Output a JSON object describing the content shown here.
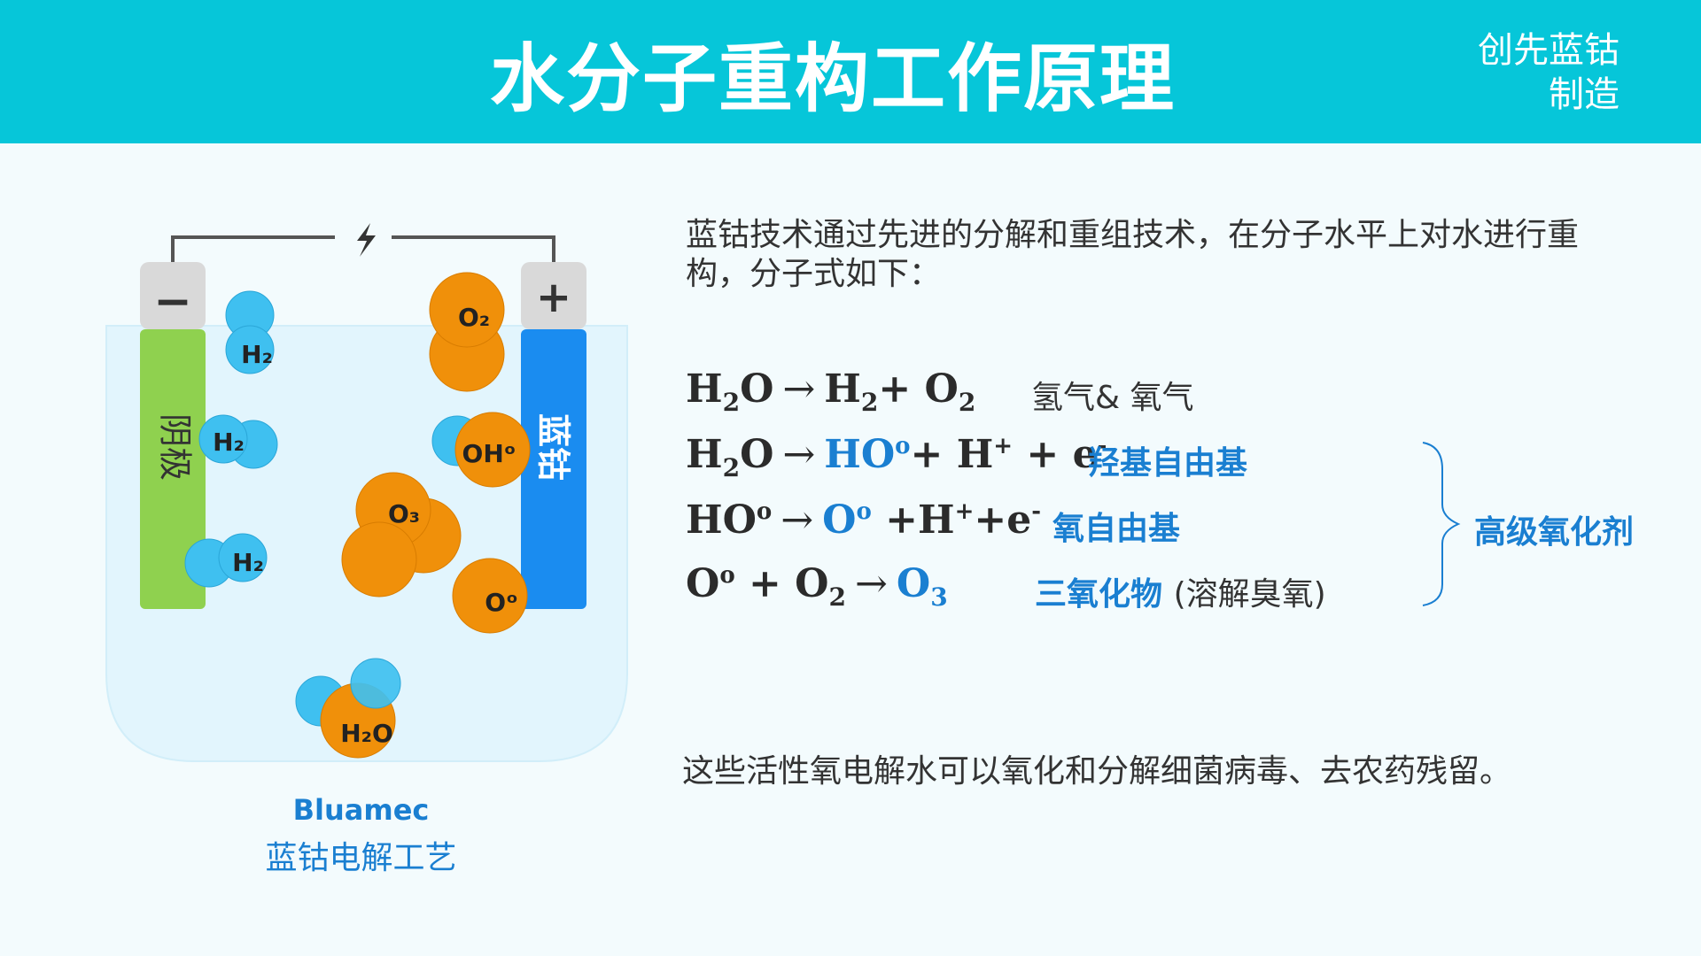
{
  "header": {
    "title": "水分子重构工作原理",
    "brand_line1": "创先蓝钴",
    "brand_line2": "制造"
  },
  "diagram": {
    "cathode_sign": "−",
    "anode_sign": "+",
    "cathode_label": "阴极",
    "anode_label": "蓝钴",
    "molecules": {
      "h2": "H₂",
      "o2": "O₂",
      "oh": "OHᵒ",
      "o3": "O₃",
      "o_radical": "Oᵒ",
      "h2o": "H₂O"
    },
    "caption_en": "Bluamec",
    "caption_cn": "蓝钴电解工艺"
  },
  "content": {
    "intro": "蓝钴技术通过先进的分解和重组技术，在分子水平上对水进行重构，分子式如下：",
    "equations": [
      {
        "description": "氢气& 氧气"
      },
      {
        "description": "羟基自由基"
      },
      {
        "description": "氧自由基"
      },
      {
        "description": "三氧化物",
        "note": "(溶解臭氧)"
      }
    ],
    "bracket_label": "高级氧化剂",
    "conclusion": "这些活性氧电解水可以氧化和分解细菌病毒、去农药残留。"
  },
  "colors": {
    "header": "#06c6d9",
    "accent_blue": "#1a7fd1",
    "cathode": "#8fd14f",
    "anode": "#1a8cf0",
    "hydrogen": "#3fc0f0",
    "oxygen": "#f0900a"
  }
}
